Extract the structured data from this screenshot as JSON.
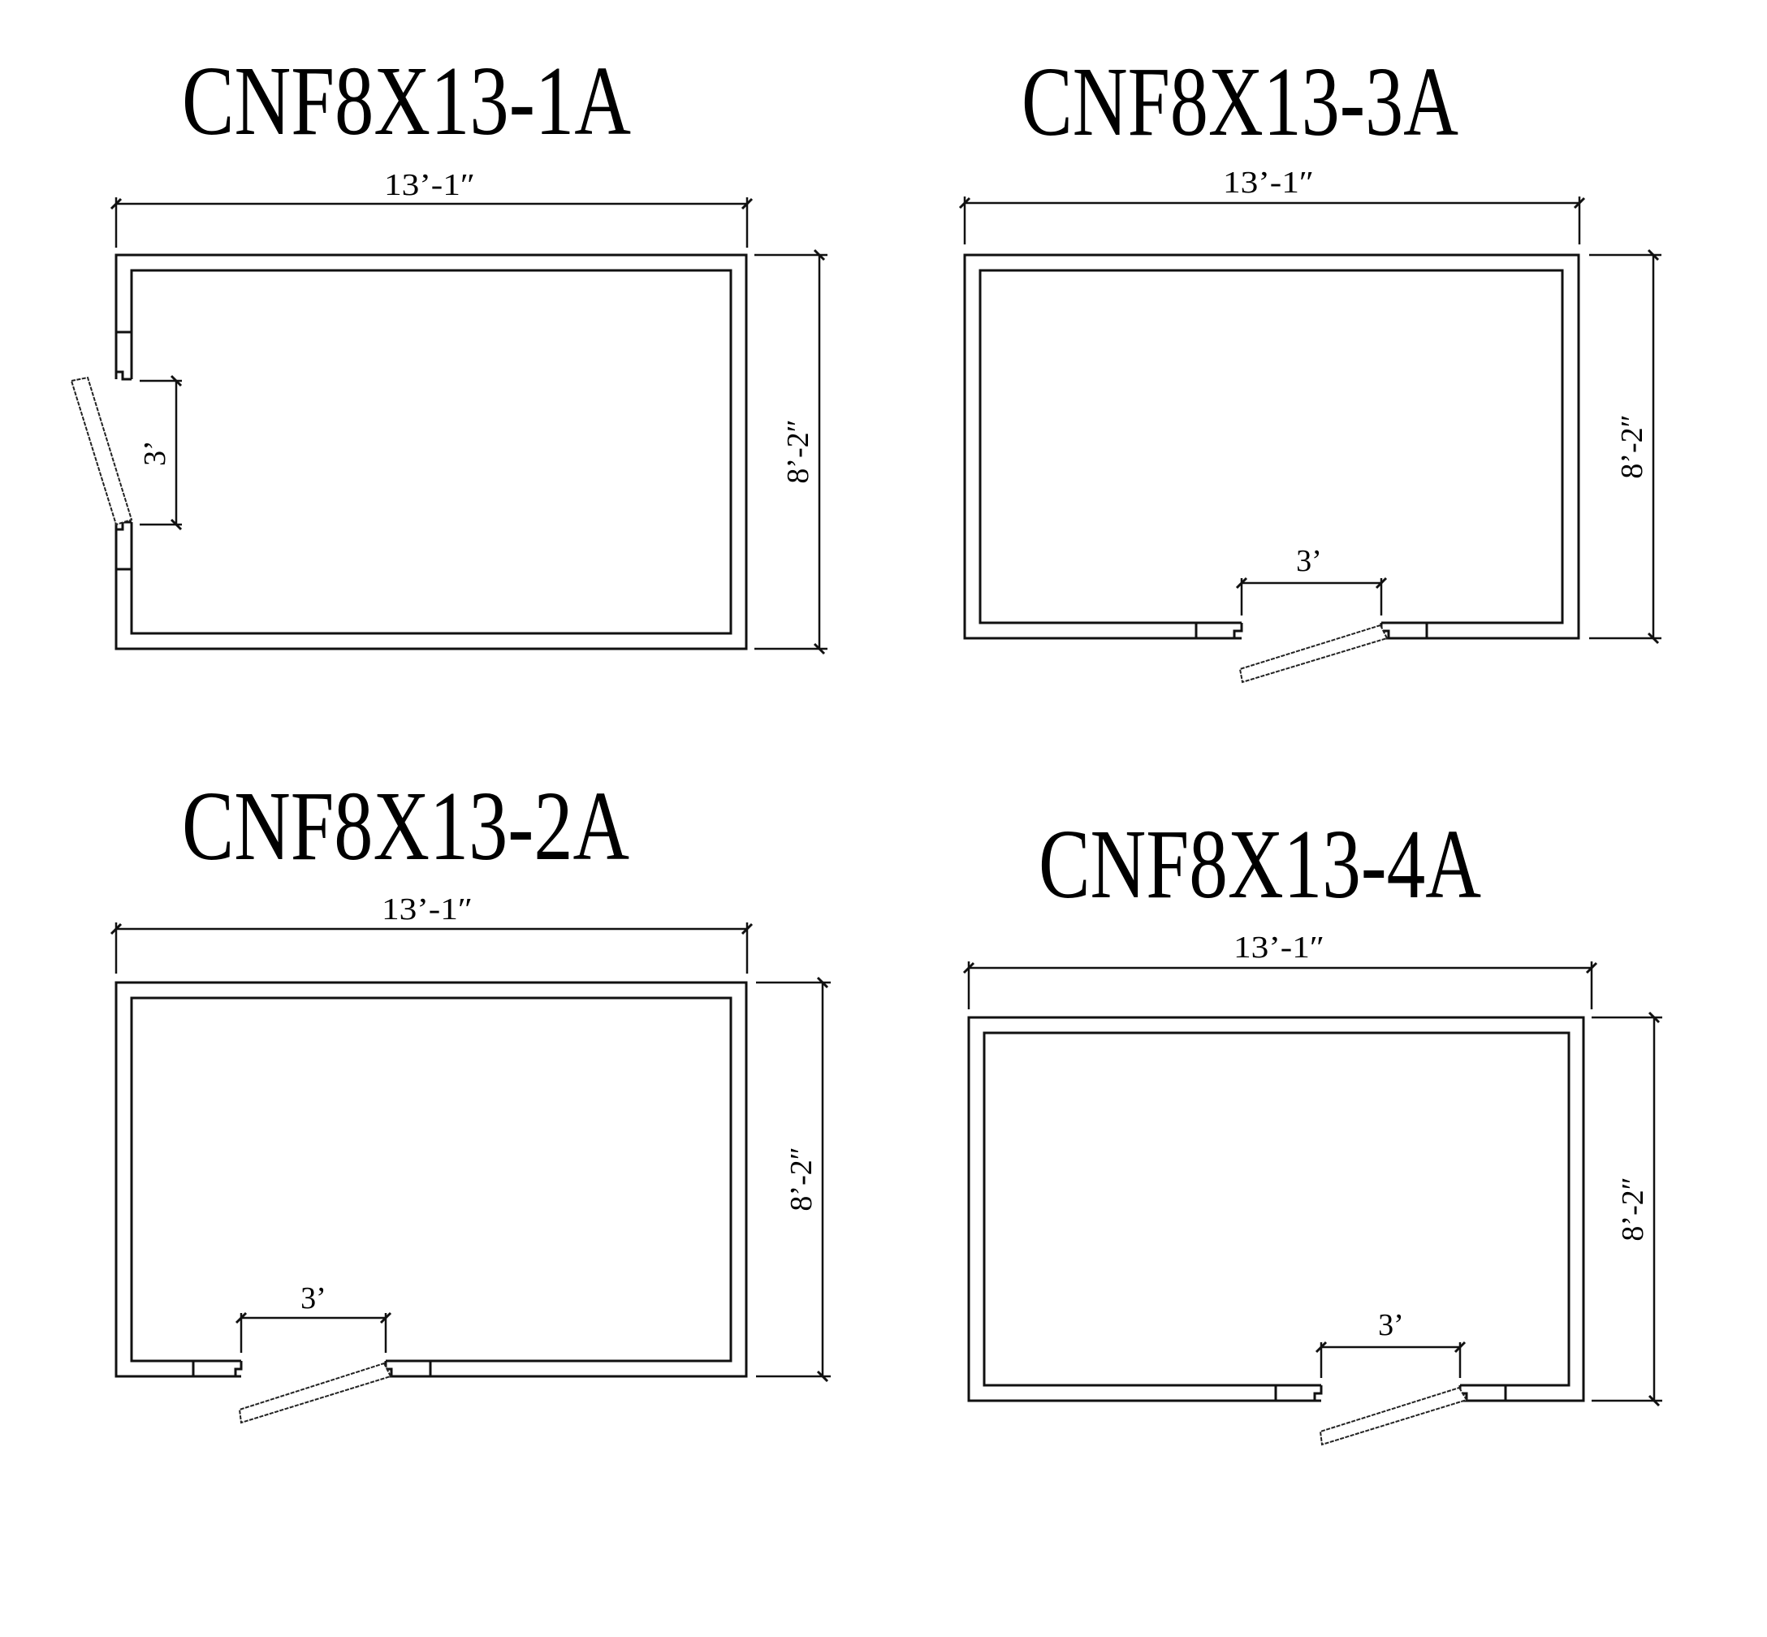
{
  "drawings": [
    {
      "id": "1A",
      "title": "CNF8X13-1A",
      "width_label": "13’-1″",
      "depth_label": "8’-2″",
      "door_label": "3’",
      "door_position": "left wall"
    },
    {
      "id": "3A",
      "title": "CNF8X13-3A",
      "width_label": "13’-1″",
      "depth_label": "8’-2″",
      "door_label": "3’",
      "door_position": "bottom wall, right of center"
    },
    {
      "id": "2A",
      "title": "CNF8X13-2A",
      "width_label": "13’-1″",
      "depth_label": "8’-2″",
      "door_label": "3’",
      "door_position": "bottom wall, left"
    },
    {
      "id": "4A",
      "title": "CNF8X13-4A",
      "width_label": "13’-1″",
      "depth_label": "8’-2″",
      "door_label": "3’",
      "door_position": "bottom wall, right of center"
    }
  ],
  "colors": {
    "line": "#111111",
    "background": "#ffffff"
  }
}
